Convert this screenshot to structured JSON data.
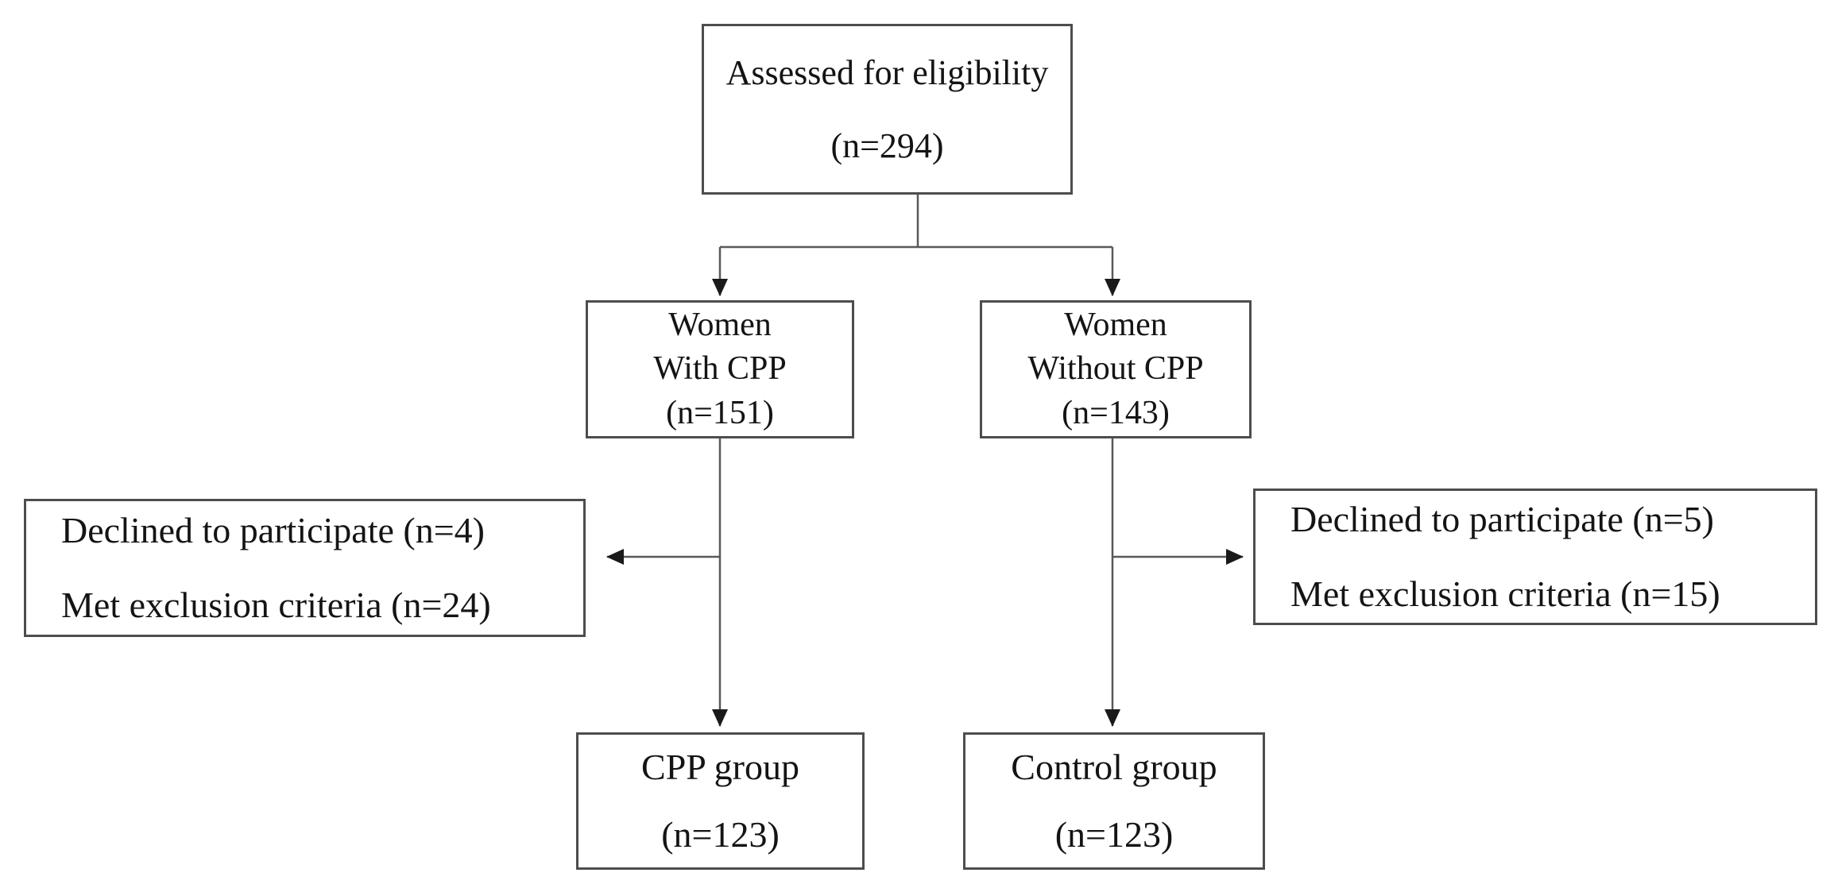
{
  "diagram": {
    "type": "flowchart",
    "colors": {
      "background": "#ffffff",
      "box_border": "#4d4d4d",
      "line": "#595959",
      "arrow": "#1a1a1a",
      "text": "#141414"
    },
    "nodes": {
      "assessed": {
        "line1": "Assessed for eligibility",
        "line2": "(n=294)"
      },
      "women_with_cpp": {
        "line1": "Women",
        "line2": "With CPP",
        "line3": "(n=151)"
      },
      "women_without_cpp": {
        "line1": "Women",
        "line2": "Without CPP",
        "line3": "(n=143)"
      },
      "excluded_left": {
        "line1": "Declined to participate (n=4)",
        "line2": "Met exclusion criteria (n=24)"
      },
      "excluded_right": {
        "line1": "Declined to participate (n=5)",
        "line2": "Met exclusion criteria (n=15)"
      },
      "cpp_group": {
        "line1": "CPP group",
        "line2": "(n=123)"
      },
      "control_group": {
        "line1": "Control group",
        "line2": "(n=123)"
      }
    },
    "counts": {
      "assessed_for_eligibility": 294,
      "women_with_cpp": 151,
      "women_without_cpp": 143,
      "declined_to_participate_cpp_branch": 4,
      "met_exclusion_criteria_cpp_branch": 24,
      "declined_to_participate_control_branch": 5,
      "met_exclusion_criteria_control_branch": 15,
      "cpp_group": 123,
      "control_group": 123
    }
  }
}
